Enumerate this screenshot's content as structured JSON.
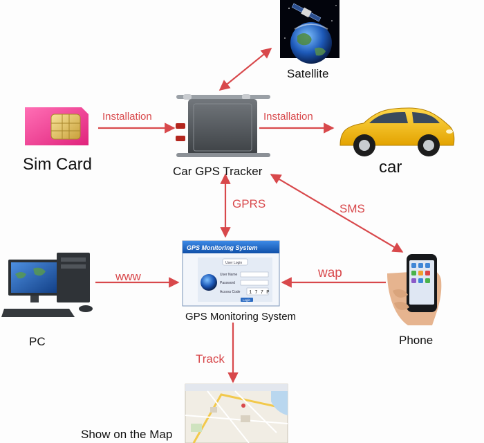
{
  "nodes": {
    "satellite": "Satellite",
    "sim_card": "Sim Card",
    "tracker": "Car GPS Tracker",
    "car": "car",
    "pc": "PC",
    "monitoring": "GPS Monitoring System",
    "phone": "Phone",
    "map": "Show on the Map"
  },
  "edges": {
    "sim_install": "Installation",
    "car_install": "Installation",
    "gprs": "GPRS",
    "sms": "SMS",
    "www": "www",
    "wap": "wap",
    "track": "Track"
  },
  "screen": {
    "title": "GPS Monitoring System",
    "login_btn": "User Login",
    "field_user": "User Name",
    "field_pass": "Password",
    "field_code": "Access Code",
    "code": "1 7 7 P",
    "submit": "Login"
  },
  "colors": {
    "arrow": "#d8484b",
    "sim": "#ec3d8c",
    "car_body": "#f2b807",
    "tracker_body": "#55595d",
    "screen_blue": "#1a6fd0"
  }
}
